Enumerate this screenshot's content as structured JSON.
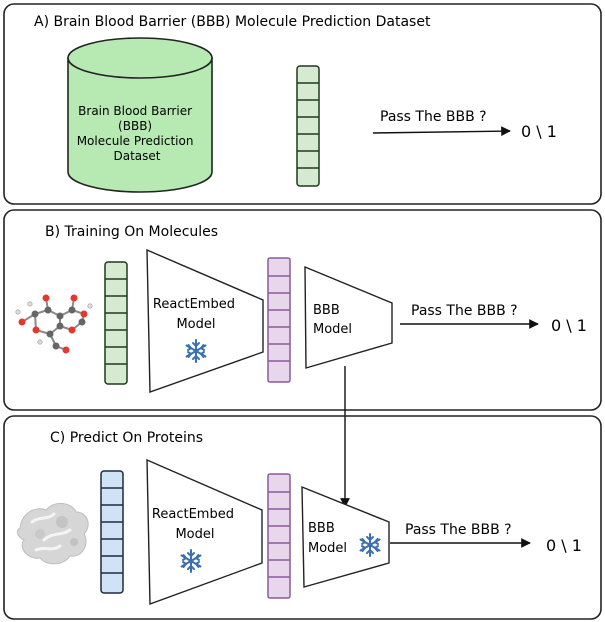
{
  "panels": {
    "a": {
      "title": "A) Brain Blood Barrier (BBB) Molecule Prediction Dataset",
      "cylinder_lines": [
        "Brain Blood Barrier",
        "(BBB)",
        "Molecule Prediction",
        "Dataset"
      ],
      "question": "Pass The BBB ?",
      "output": "0 \\ 1"
    },
    "b": {
      "title": "B) Training On Molecules",
      "encoder_lines": [
        "ReactEmbed",
        "Model"
      ],
      "head_lines": [
        "BBB",
        "Model"
      ],
      "question": "Pass The BBB ?",
      "output": "0 \\ 1"
    },
    "c": {
      "title": "C) Predict On Proteins",
      "encoder_lines": [
        "ReactEmbed",
        "Model"
      ],
      "head_lines": [
        "BBB",
        "Model"
      ],
      "question": "Pass The BBB ?",
      "output": "0 \\ 1"
    }
  },
  "colors": {
    "green_fill": "#d6ead2",
    "green_stroke": "#1e3a1e",
    "purple_fill": "#e7d6ec",
    "purple_stroke": "#8a5a9a",
    "blue_fill": "#cfe2f7",
    "blue_stroke": "#1e2a3a",
    "cylinder_fill": "#b7eab3",
    "frozen_icon": "#3a6fb0"
  },
  "icons": [
    "snowflake-icon",
    "molecule-icon",
    "protein-icon"
  ]
}
